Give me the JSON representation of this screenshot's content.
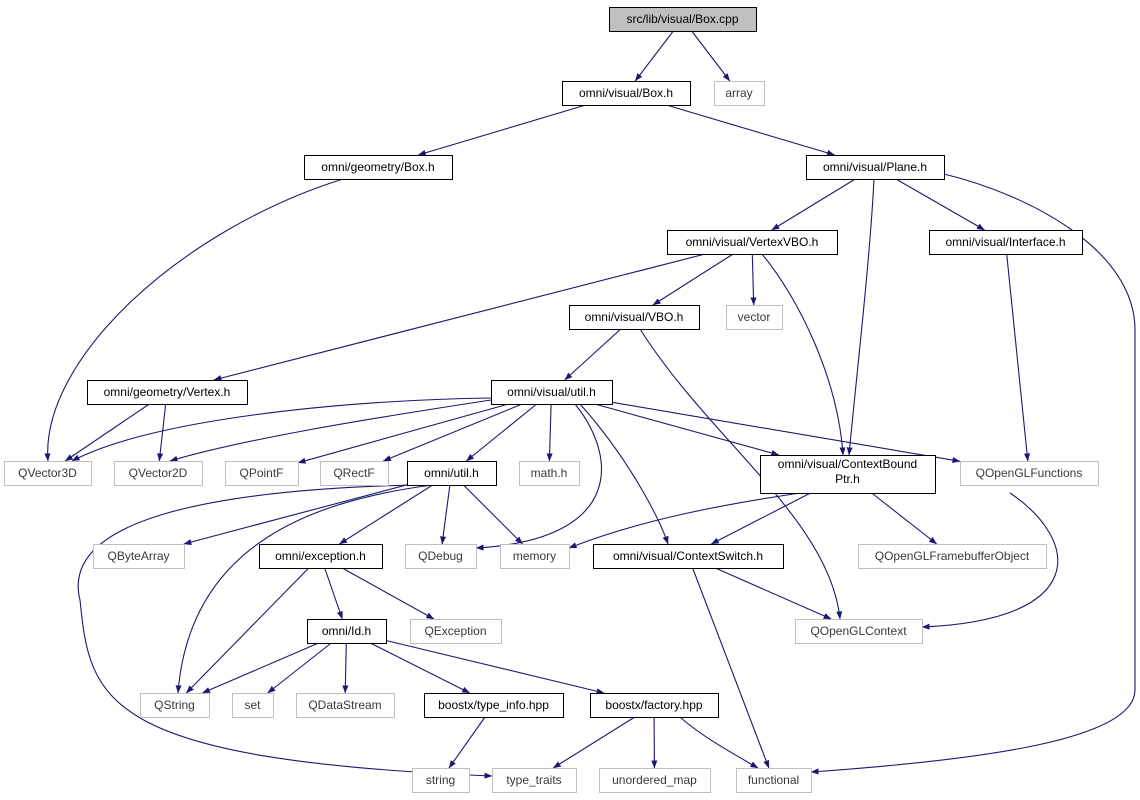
{
  "colors": {
    "edge": "#191970",
    "root_fill": "#bfbfbf",
    "local_border": "#000000",
    "external_border": "#bfbfbf",
    "external_text": "#3a3a3a",
    "text": "#000000"
  },
  "graph": {
    "nodes": [
      {
        "id": "root",
        "label": "src/lib/visual/Box.cpp",
        "kind": "root"
      },
      {
        "id": "visual_box",
        "label": "omni/visual/Box.h",
        "kind": "local"
      },
      {
        "id": "array",
        "label": "array",
        "kind": "external"
      },
      {
        "id": "geom_box",
        "label": "omni/geometry/Box.h",
        "kind": "local"
      },
      {
        "id": "plane",
        "label": "omni/visual/Plane.h",
        "kind": "local"
      },
      {
        "id": "vertexvbo",
        "label": "omni/visual/VertexVBO.h",
        "kind": "local"
      },
      {
        "id": "interface",
        "label": "omni/visual/Interface.h",
        "kind": "local"
      },
      {
        "id": "vbo",
        "label": "omni/visual/VBO.h",
        "kind": "local"
      },
      {
        "id": "vector",
        "label": "vector",
        "kind": "external"
      },
      {
        "id": "geom_vertex",
        "label": "omni/geometry/Vertex.h",
        "kind": "local"
      },
      {
        "id": "visual_util",
        "label": "omni/visual/util.h",
        "kind": "local"
      },
      {
        "id": "qvector3d",
        "label": "QVector3D",
        "kind": "external"
      },
      {
        "id": "qvector2d",
        "label": "QVector2D",
        "kind": "external"
      },
      {
        "id": "qpointf",
        "label": "QPointF",
        "kind": "external"
      },
      {
        "id": "qrectf",
        "label": "QRectF",
        "kind": "external"
      },
      {
        "id": "omni_util",
        "label": "omni/util.h",
        "kind": "local"
      },
      {
        "id": "math",
        "label": "math.h",
        "kind": "external"
      },
      {
        "id": "contextbound",
        "label": "omni/visual/ContextBound",
        "label2": "Ptr.h",
        "kind": "local"
      },
      {
        "id": "qopenglfunctions",
        "label": "QOpenGLFunctions",
        "kind": "external"
      },
      {
        "id": "qbytearray",
        "label": "QByteArray",
        "kind": "external"
      },
      {
        "id": "exception",
        "label": "omni/exception.h",
        "kind": "local"
      },
      {
        "id": "qdebug",
        "label": "QDebug",
        "kind": "external"
      },
      {
        "id": "memory",
        "label": "memory",
        "kind": "external"
      },
      {
        "id": "contextswitch",
        "label": "omni/visual/ContextSwitch.h",
        "kind": "local"
      },
      {
        "id": "qfbo",
        "label": "QOpenGLFramebufferObject",
        "kind": "external"
      },
      {
        "id": "omni_id",
        "label": "omni/Id.h",
        "kind": "local"
      },
      {
        "id": "qexception",
        "label": "QException",
        "kind": "external"
      },
      {
        "id": "qopenglcontext",
        "label": "QOpenGLContext",
        "kind": "external"
      },
      {
        "id": "qstring",
        "label": "QString",
        "kind": "external"
      },
      {
        "id": "set",
        "label": "set",
        "kind": "external"
      },
      {
        "id": "qdatastream",
        "label": "QDataStream",
        "kind": "external"
      },
      {
        "id": "typeinfo",
        "label": "boostx/type_info.hpp",
        "kind": "local"
      },
      {
        "id": "factory",
        "label": "boostx/factory.hpp",
        "kind": "local"
      },
      {
        "id": "string",
        "label": "string",
        "kind": "external"
      },
      {
        "id": "typetraits",
        "label": "type_traits",
        "kind": "external"
      },
      {
        "id": "unorderedmap",
        "label": "unordered_map",
        "kind": "external"
      },
      {
        "id": "functional",
        "label": "functional",
        "kind": "external"
      }
    ],
    "edges": [
      [
        "root",
        "visual_box"
      ],
      [
        "root",
        "array"
      ],
      [
        "visual_box",
        "geom_box"
      ],
      [
        "visual_box",
        "plane"
      ],
      [
        "geom_box",
        "qvector3d"
      ],
      [
        "plane",
        "vertexvbo"
      ],
      [
        "plane",
        "interface"
      ],
      [
        "plane",
        "contextbound"
      ],
      [
        "plane",
        "functional"
      ],
      [
        "vertexvbo",
        "geom_vertex"
      ],
      [
        "vertexvbo",
        "vbo"
      ],
      [
        "vertexvbo",
        "vector"
      ],
      [
        "vertexvbo",
        "contextbound"
      ],
      [
        "interface",
        "qopenglfunctions"
      ],
      [
        "vbo",
        "visual_util"
      ],
      [
        "vbo",
        "qopenglcontext"
      ],
      [
        "geom_vertex",
        "qvector3d"
      ],
      [
        "geom_vertex",
        "qvector2d"
      ],
      [
        "visual_util",
        "qvector3d"
      ],
      [
        "visual_util",
        "qvector2d"
      ],
      [
        "visual_util",
        "qpointf"
      ],
      [
        "visual_util",
        "qrectf"
      ],
      [
        "visual_util",
        "omni_util"
      ],
      [
        "visual_util",
        "math"
      ],
      [
        "visual_util",
        "qdebug"
      ],
      [
        "visual_util",
        "contextswitch"
      ],
      [
        "visual_util",
        "contextbound"
      ],
      [
        "visual_util",
        "qopenglfunctions"
      ],
      [
        "omni_util",
        "qbytearray"
      ],
      [
        "omni_util",
        "exception"
      ],
      [
        "omni_util",
        "qdebug"
      ],
      [
        "omni_util",
        "memory"
      ],
      [
        "omni_util",
        "qstring"
      ],
      [
        "omni_util",
        "typetraits"
      ],
      [
        "contextbound",
        "memory"
      ],
      [
        "contextbound",
        "contextswitch"
      ],
      [
        "contextbound",
        "qfbo"
      ],
      [
        "contextbound",
        "qopenglcontext"
      ],
      [
        "exception",
        "omni_id"
      ],
      [
        "exception",
        "qexception"
      ],
      [
        "exception",
        "qstring"
      ],
      [
        "contextswitch",
        "qopenglcontext"
      ],
      [
        "contextswitch",
        "functional"
      ],
      [
        "omni_id",
        "qstring"
      ],
      [
        "omni_id",
        "set"
      ],
      [
        "omni_id",
        "qdatastream"
      ],
      [
        "omni_id",
        "typeinfo"
      ],
      [
        "omni_id",
        "factory"
      ],
      [
        "typeinfo",
        "string"
      ],
      [
        "factory",
        "typetraits"
      ],
      [
        "factory",
        "unorderedmap"
      ],
      [
        "factory",
        "functional"
      ]
    ]
  }
}
